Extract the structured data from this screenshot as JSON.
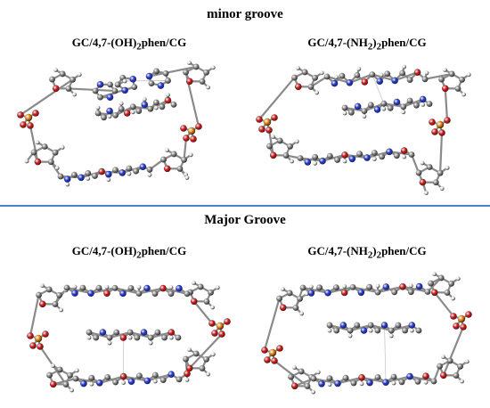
{
  "sections": {
    "minor": {
      "title": "minor groove"
    },
    "major": {
      "title": "Major Groove"
    }
  },
  "panels": {
    "minor_oh": {
      "label_prefix": "GC/4,7-(OH)",
      "label_sub": "2",
      "label_suffix": "phen/CG"
    },
    "minor_nh": {
      "label_prefix": "GC/4,7-(NH",
      "label_sub": "2",
      "label_mid": ")",
      "label_sub2": "2",
      "label_suffix": "phen/CG"
    },
    "major_oh": {
      "label_prefix": "GC/4,7-(OH)",
      "label_sub": "2",
      "label_suffix": "phen/CG"
    },
    "major_nh": {
      "label_prefix": "GC/4,7-(NH",
      "label_sub": "2",
      "label_mid": ")",
      "label_sub2": "2",
      "label_suffix": "phen/CG"
    }
  },
  "colors": {
    "divider": "#4f81bd",
    "carbon": "#8c8c8c",
    "hydrogen": "#e6e6e6",
    "oxygen": "#d62020",
    "nitrogen": "#2a3fd6",
    "phosphorus": "#e08a1e",
    "bond": "#8a8a8a"
  }
}
